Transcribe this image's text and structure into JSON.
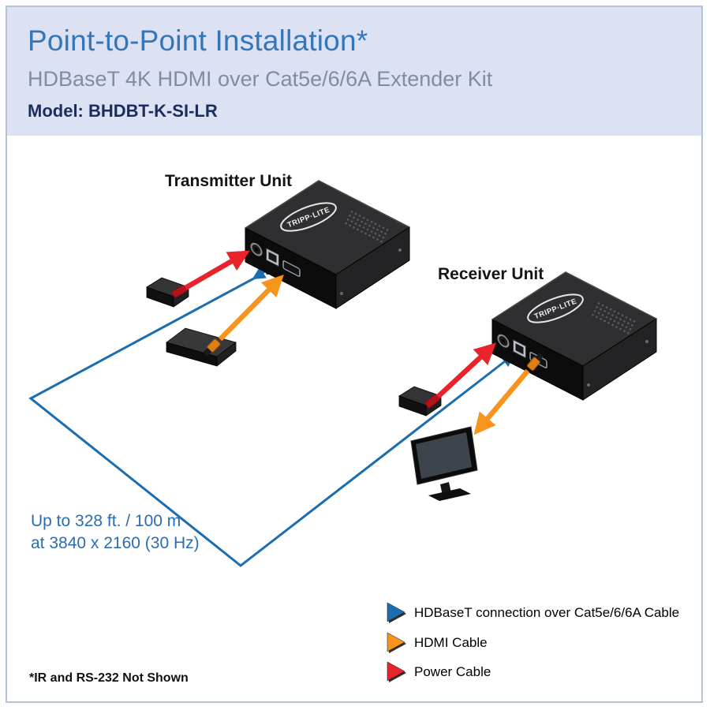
{
  "header": {
    "title": "Point-to-Point Installation*",
    "subtitle": "HDBaseT 4K HDMI over Cat5e/6/6A Extender Kit",
    "model": "Model: BHDBT-K-SI-LR"
  },
  "diagram": {
    "transmitter_label": "Transmitter Unit",
    "receiver_label": "Receiver Unit",
    "brand": "TRIPP·LITE",
    "distance_line1": "Up to 328 ft. / 100 m",
    "distance_line2": "at 3840 x 2160 (30 Hz)"
  },
  "legend": {
    "items": [
      {
        "label": "HDBaseT connection over Cat5e/6/6A Cable",
        "color": "#1b6db0"
      },
      {
        "label": "HDMI Cable",
        "color": "#f7941d"
      },
      {
        "label": "Power Cable",
        "color": "#e8232a"
      }
    ]
  },
  "footnote": "*IR and RS-232 Not Shown",
  "colors": {
    "header_bg": "#dce2f3",
    "frame_border": "#b5c2d8",
    "title_blue": "#3576b6",
    "subtitle_gray": "#7e8da4",
    "model_navy": "#1b2d5f",
    "hdbaset_blue": "#1b6db0",
    "hdmi_orange": "#f7941d",
    "power_red": "#e8232a",
    "distance_blue": "#2b6cb3"
  }
}
